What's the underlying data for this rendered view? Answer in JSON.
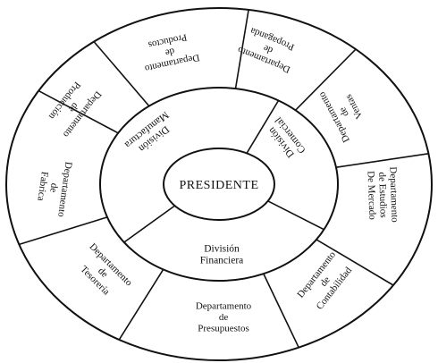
{
  "center": {
    "label": "PRESIDENTE"
  },
  "middle_ring": [
    {
      "id": "division-manufactura",
      "lines": [
        "División",
        "Manufactura"
      ],
      "flipped": true
    },
    {
      "id": "division-comercial",
      "lines": [
        "División",
        "Comercial"
      ],
      "flipped": true
    },
    {
      "id": "division-financiera",
      "lines": [
        "División",
        "Financiera"
      ],
      "flipped": false
    }
  ],
  "outer_ring": [
    {
      "id": "dept-productos",
      "lines": [
        "Departamento",
        "de",
        "Productos"
      ],
      "flipped": true
    },
    {
      "id": "dept-propaganda",
      "lines": [
        "Departamento",
        "de",
        "Propaganda"
      ],
      "flipped": true
    },
    {
      "id": "dept-ventas",
      "lines": [
        "Departamento",
        "de",
        "Ventas"
      ],
      "flipped": true
    },
    {
      "id": "dept-estudios-mercado",
      "lines": [
        "Departamento",
        "de Estudios",
        "De Mercado"
      ],
      "flipped": false
    },
    {
      "id": "dept-contabilidad",
      "lines": [
        "Departamento",
        "de",
        "Contabilidad"
      ],
      "flipped": false
    },
    {
      "id": "dept-presupuestos",
      "lines": [
        "Departamento",
        "de",
        "Presupuestos"
      ],
      "flipped": false
    },
    {
      "id": "dept-tesoreria",
      "lines": [
        "Departamento",
        "de",
        "Tesorería"
      ],
      "flipped": false
    },
    {
      "id": "dept-fabrica",
      "lines": [
        "Departamento",
        "de",
        "Fabrica"
      ],
      "flipped": true
    },
    {
      "id": "dept-produccion",
      "lines": [
        "Departamento",
        "de",
        "Producción"
      ],
      "flipped": true
    }
  ]
}
